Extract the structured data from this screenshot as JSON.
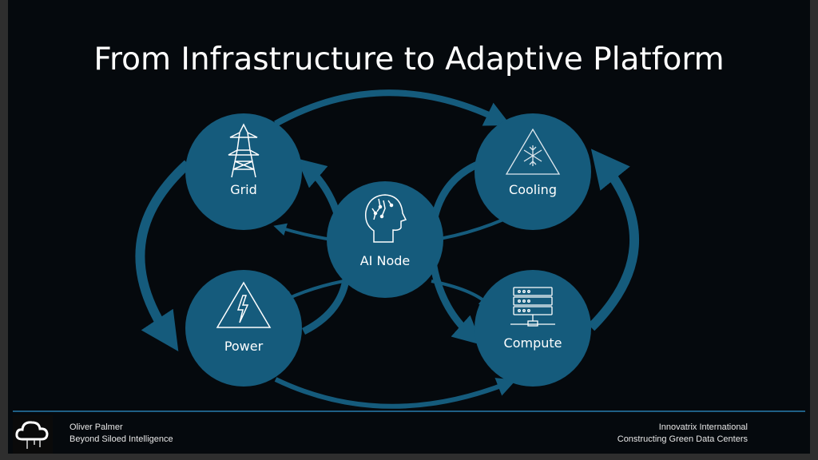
{
  "title": "From Infrastructure to Adaptive Platform",
  "nodes": {
    "grid": {
      "label": "Grid",
      "icon": "power-tower-icon"
    },
    "cooling": {
      "label": "Cooling",
      "icon": "snowflake-warning-icon"
    },
    "ai_node": {
      "label": "AI Node",
      "icon": "ai-head-icon"
    },
    "power": {
      "label": "Power",
      "icon": "high-voltage-icon"
    },
    "compute": {
      "label": "Compute",
      "icon": "server-icon"
    }
  },
  "footer": {
    "left_line1": "Oliver Palmer",
    "left_line2": "Beyond Siloed Intelligence",
    "right_line1": "Innovatrix International",
    "right_line2": "Constructing Green Data Centers",
    "logo_icon": "cloud-logo-icon"
  },
  "colors": {
    "node": "#155b7c",
    "background": "#05090d",
    "rule": "#1f5f85"
  }
}
